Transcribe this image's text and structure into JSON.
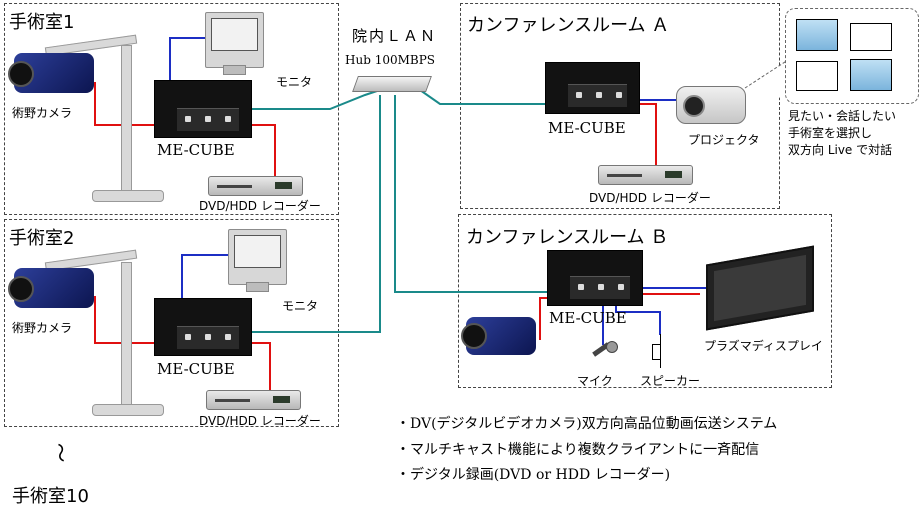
{
  "rooms": {
    "or1": {
      "title": "手術室1",
      "camera_label": "術野カメラ",
      "monitor_label": "モニタ",
      "cube_label": "ME-CUBE",
      "recorder_label": "DVD/HDD レコーダー"
    },
    "or2": {
      "title": "手術室2",
      "camera_label": "術野カメラ",
      "monitor_label": "モニタ",
      "cube_label": "ME-CUBE",
      "recorder_label": "DVD/HDD レコーダー"
    },
    "or10": {
      "title": "手術室10",
      "ellipsis": "〜"
    }
  },
  "hub": {
    "title": "院内ＬＡＮ",
    "subtitle": "Hub 100MBPS"
  },
  "conf_a": {
    "title": "カンファレンスルーム Ａ",
    "cube_label": "ME-CUBE",
    "projector_label": "プロジェクタ",
    "recorder_label": "DVD/HDD レコーダー"
  },
  "conf_b": {
    "title": "カンファレンスルーム Ｂ",
    "cube_label": "ME-CUBE",
    "display_label": "プラズマディスプレイ",
    "mic_label": "マイク",
    "speaker_label": "スピーカー"
  },
  "callout": {
    "line1": "見たい・会話したい",
    "line2": "手術室を選択し",
    "line3": "双方向 Live で対話"
  },
  "features": [
    "・DV(デジタルビデオカメラ)双方向高品位動画伝送システム",
    "・マルチキャスト機能により複数クライアントに一斉配信",
    "・デジタル録画(DVD or HDD レコーダー)"
  ],
  "colors": {
    "lan": "#1a8a8a",
    "video_blue": "#1c2ec4",
    "audio_red": "#e01010"
  }
}
